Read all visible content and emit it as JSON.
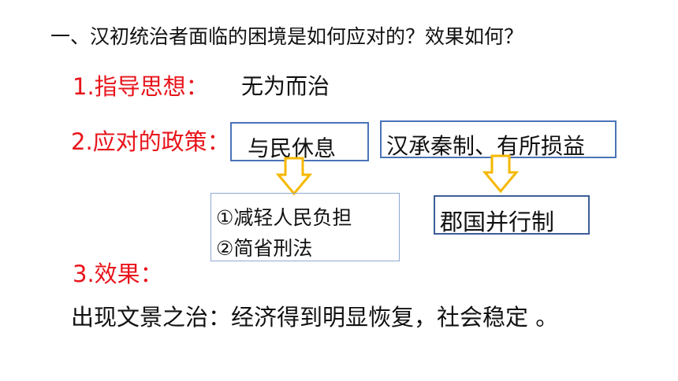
{
  "title": "一、汉初统治者面临的困境是如何应对的？效果如何？",
  "section1": {
    "heading": "1.指导思想：",
    "value": "无为而治"
  },
  "section2": {
    "heading": "2.应对的政策：",
    "policy_left": "与民休息",
    "policy_right": "汉承秦制、有所损益",
    "detail_left": [
      "①减轻人民负担",
      "②简省刑法"
    ],
    "detail_right": "郡国并行制"
  },
  "section3": {
    "heading": "3.效果：",
    "value": "出现文景之治：经济得到明显恢复，社会稳定 。"
  },
  "colors": {
    "heading": "#e8141b",
    "box_border": "#4a73b8",
    "arrow": "#f5b800"
  },
  "icons": {
    "arrows": "down-arrow-icon"
  }
}
